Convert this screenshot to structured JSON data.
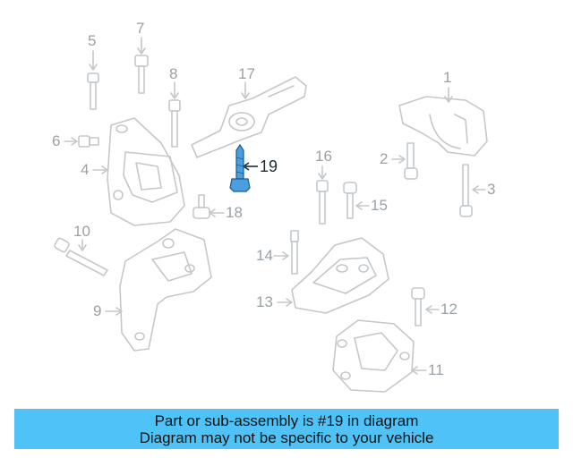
{
  "diagram": {
    "callouts": [
      {
        "id": "c1",
        "label": "1"
      },
      {
        "id": "c2",
        "label": "2"
      },
      {
        "id": "c3",
        "label": "3"
      },
      {
        "id": "c4",
        "label": "4"
      },
      {
        "id": "c5",
        "label": "5"
      },
      {
        "id": "c6",
        "label": "6"
      },
      {
        "id": "c7",
        "label": "7"
      },
      {
        "id": "c8",
        "label": "8"
      },
      {
        "id": "c9",
        "label": "9"
      },
      {
        "id": "c10",
        "label": "10"
      },
      {
        "id": "c11",
        "label": "11"
      },
      {
        "id": "c12",
        "label": "12"
      },
      {
        "id": "c13",
        "label": "13"
      },
      {
        "id": "c14",
        "label": "14"
      },
      {
        "id": "c15",
        "label": "15"
      },
      {
        "id": "c16",
        "label": "16"
      },
      {
        "id": "c17",
        "label": "17"
      },
      {
        "id": "c18",
        "label": "18"
      },
      {
        "id": "c19",
        "label": "19"
      }
    ],
    "highlight_color": "#4a9fe0",
    "line_color": "#c4c8cb"
  },
  "banner": {
    "line1": "Part or sub-assembly is #19 in diagram",
    "line2": "Diagram may not be specific to your vehicle",
    "background": "#4fc3f7"
  }
}
